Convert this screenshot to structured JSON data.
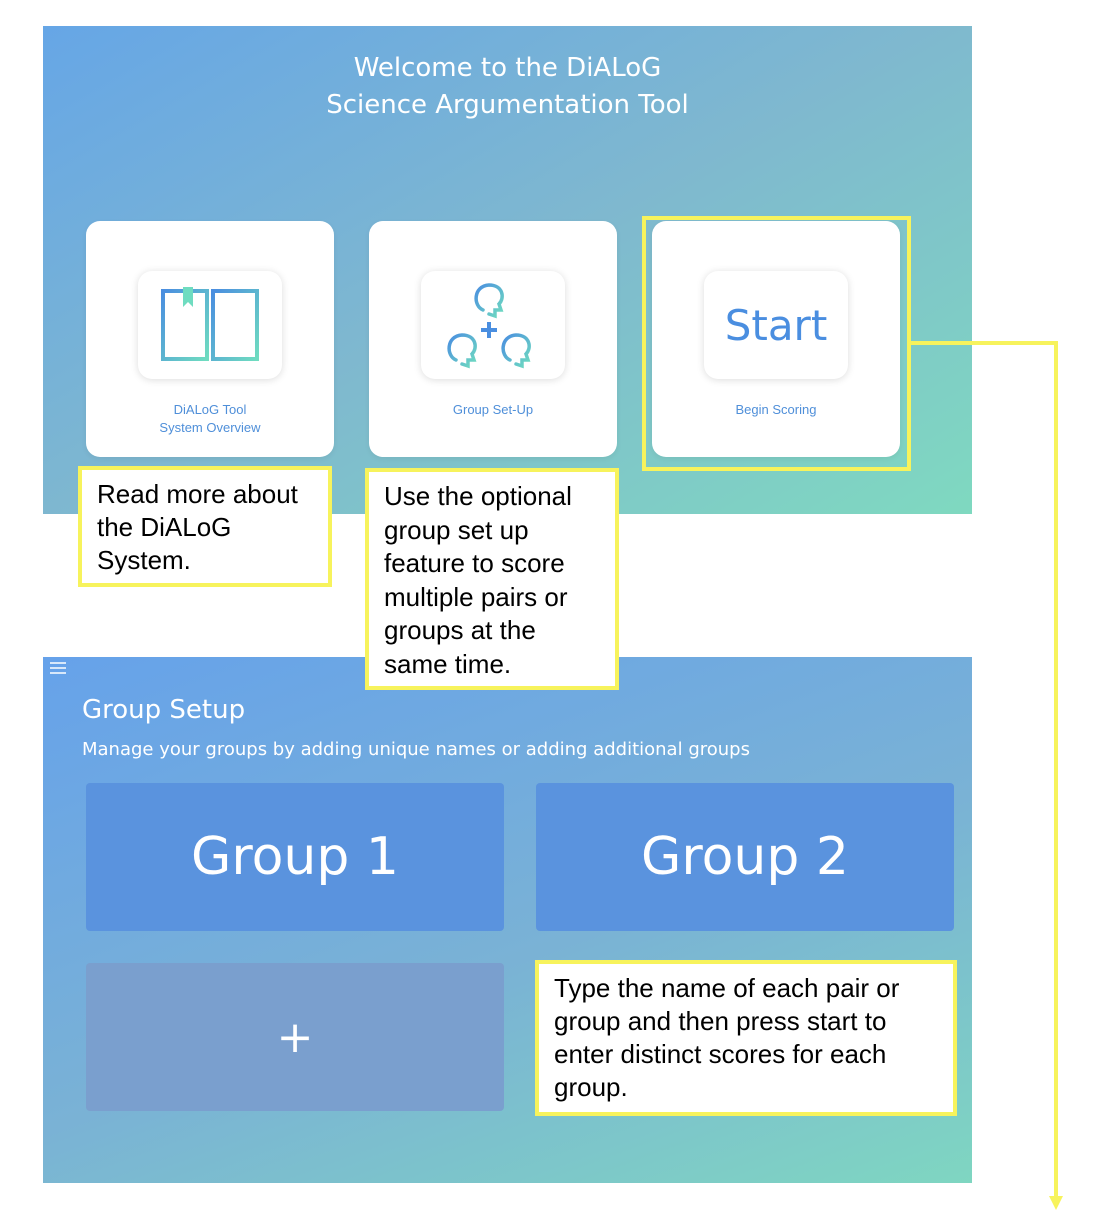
{
  "welcome": {
    "line1": "Welcome to the DiALoG",
    "line2": "Science Argumentation Tool"
  },
  "cards": [
    {
      "icon": "open-book-icon",
      "caption_line1": "DiALoG Tool",
      "caption_line2": "System Overview"
    },
    {
      "icon": "group-heads-icon",
      "caption_line1": "Group Set-Up",
      "caption_line2": ""
    },
    {
      "icon_text": "Start",
      "caption_line1": "Begin Scoring",
      "caption_line2": ""
    }
  ],
  "notes": {
    "overview": "Read more about the DiALoG System.",
    "group_setup": "Use the optional group set up feature to score multiple pairs or groups at the same time.",
    "type_names": "Type the name of each pair or group and then press start to enter distinct scores for each group."
  },
  "group_setup": {
    "title": "Group Setup",
    "subtitle": "Manage your groups by adding unique names or adding additional groups",
    "groups": [
      "Group 1",
      "Group 2"
    ],
    "add_label": "+"
  },
  "colors": {
    "highlight": "#f7f35c",
    "accent": "#4a8ee0",
    "tile": "#5a93de",
    "add_tile": "#7a9fce"
  }
}
